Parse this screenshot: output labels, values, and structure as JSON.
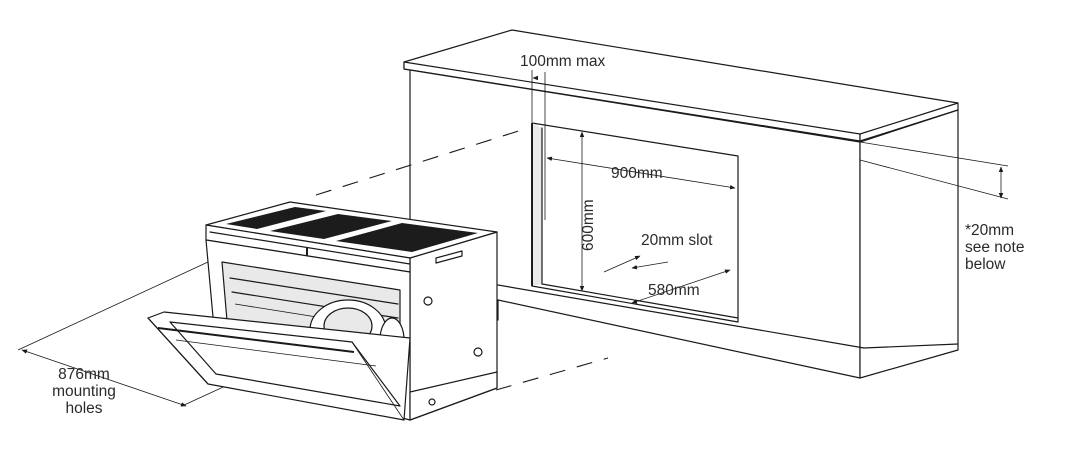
{
  "labels": {
    "max_clearance": "100mm max",
    "cavity_width": "900mm",
    "cavity_height": "600mm",
    "slot": "20mm slot",
    "cavity_depth": "580mm",
    "note_line1": "*20mm",
    "note_line2": "see note",
    "note_line3": "below",
    "mounting_line1": "876mm",
    "mounting_line2": "mounting",
    "mounting_line3": "holes"
  }
}
